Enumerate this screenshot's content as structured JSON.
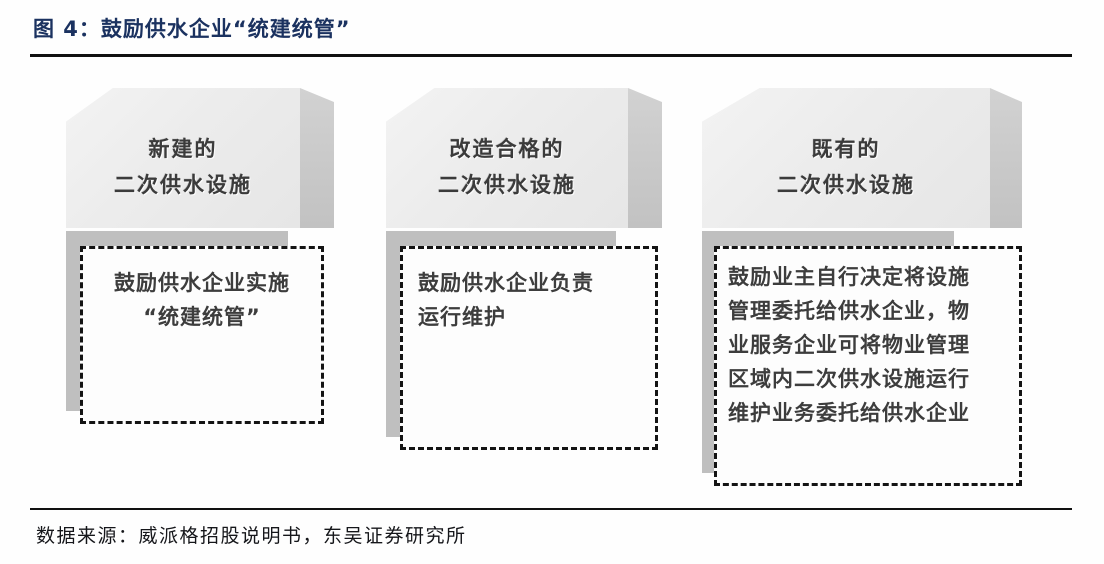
{
  "figure": {
    "title": "图 4：鼓励供水企业“统建统管”",
    "source": "数据来源：威派格招股说明书，东吴证券研究所",
    "title_color": "#1b3260",
    "rule_color": "#111111",
    "block_face_color": "#ececec",
    "block_side_color": "#c9c9c9",
    "shadow_color": "#bfbfbf",
    "dash_color": "#141414",
    "text_color": "#3b3b3b"
  },
  "columns": [
    {
      "id": "new-facility",
      "header": {
        "line1": "新建的",
        "line2": "二次供水设施"
      },
      "body": {
        "align": "center",
        "lines": [
          "鼓励供水企业实施",
          "“统建统管”"
        ]
      }
    },
    {
      "id": "renovated-facility",
      "header": {
        "line1": "改造合格的",
        "line2": "二次供水设施"
      },
      "body": {
        "align": "left",
        "lines": [
          "鼓励供水企业负责",
          "运行维护"
        ]
      }
    },
    {
      "id": "existing-facility",
      "header": {
        "line1": "既有的",
        "line2": "二次供水设施"
      },
      "body": {
        "align": "left",
        "lines": [
          "鼓励业主自行决定将设施",
          "管理委托给供水企业，物",
          "业服务企业可将物业管理",
          "区域内二次供水设施运行",
          "维护业务委托给供水企业"
        ]
      }
    }
  ]
}
